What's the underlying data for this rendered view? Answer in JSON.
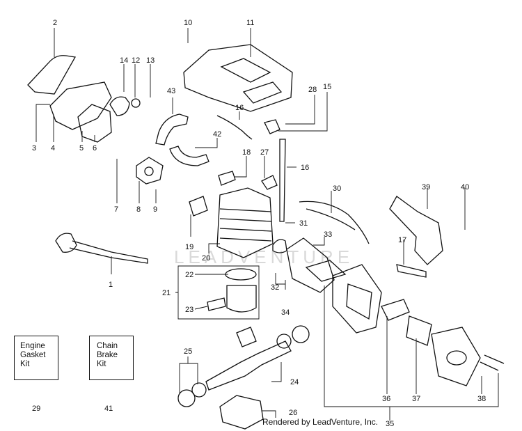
{
  "kits": {
    "engine_gasket": "Engine\nGasket\nKit",
    "engine_gasket_num": "29",
    "chain_brake": "Chain\nBrake\nKit",
    "chain_brake_num": "41"
  },
  "watermark": "LEADVENTURE",
  "credit": "Rendered by LeadVenture, Inc.",
  "callouts": {
    "n1": "1",
    "n2": "2",
    "n3": "3",
    "n4": "4",
    "n5": "5",
    "n6": "6",
    "n7": "7",
    "n8": "8",
    "n9": "9",
    "n10": "10",
    "n11": "11",
    "n12": "12",
    "n13": "13",
    "n14": "14",
    "n15": "15",
    "n16a": "16",
    "n16b": "16",
    "n17": "17",
    "n18": "18",
    "n19": "19",
    "n20": "20",
    "n21": "21",
    "n22": "22",
    "n23": "23",
    "n24": "24",
    "n25": "25",
    "n26": "26",
    "n27": "27",
    "n28": "28",
    "n30": "30",
    "n31": "31",
    "n32": "32",
    "n33": "33",
    "n34": "34",
    "n35": "35",
    "n36": "36",
    "n37": "37",
    "n38": "38",
    "n39": "39",
    "n40": "40",
    "n42": "42",
    "n43": "43"
  }
}
